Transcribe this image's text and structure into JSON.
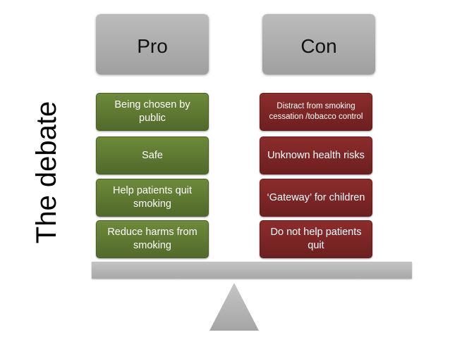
{
  "side_title": "The debate",
  "pro": {
    "header": "Pro",
    "items": [
      "Being chosen by public",
      "Safe",
      "Help patients quit smoking",
      "Reduce harms from smoking"
    ]
  },
  "con": {
    "header": "Con",
    "items": [
      "Distract from smoking cessation /tobacco control",
      "Unknown health risks",
      "‘Gateway’ for children",
      "Do not help patients quit"
    ]
  },
  "colors": {
    "pro_box": "#5f7a32",
    "con_box": "#7d2626",
    "header": "#ababab",
    "beam": "#b5b5b5"
  }
}
